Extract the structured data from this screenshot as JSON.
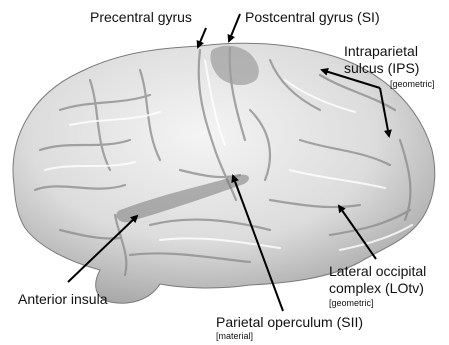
{
  "labels": {
    "precentral": "Precentral gyrus",
    "postcentral": "Postcentral gyrus (SI)",
    "ips_line1": "Intraparietal",
    "ips_line2": "sulcus (IPS)",
    "ips_note": "[geometric]",
    "anterior_insula": "Anterior insula",
    "parietal_operculum": "Parietal operculum (SII)",
    "parietal_operculum_note": "[material]",
    "lotv_line1": "Lateral occipital",
    "lotv_line2": "complex (LOtv)",
    "lotv_note": "[geometric]"
  },
  "colors": {
    "surface": "#dcdcdc",
    "surface_dark": "#8e8e8e",
    "sulcus_shadow": "#6f6f6f",
    "arrow": "#000000",
    "text": "#111111"
  }
}
